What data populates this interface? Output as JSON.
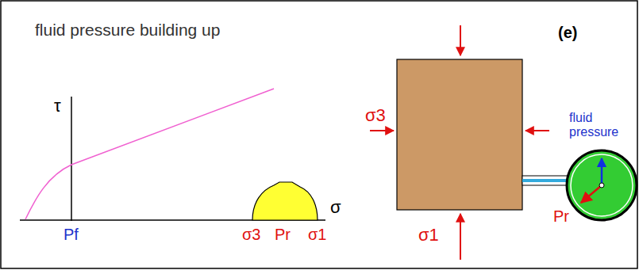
{
  "diagram": {
    "title": "fluid pressure building up",
    "labels": [
      "(e)",
      "τ",
      "σ",
      "Pf",
      "σ3",
      "Pr",
      "σ1",
      "σ3",
      "σ1",
      "fluid pressure",
      "Pr"
    ]
  }
}
